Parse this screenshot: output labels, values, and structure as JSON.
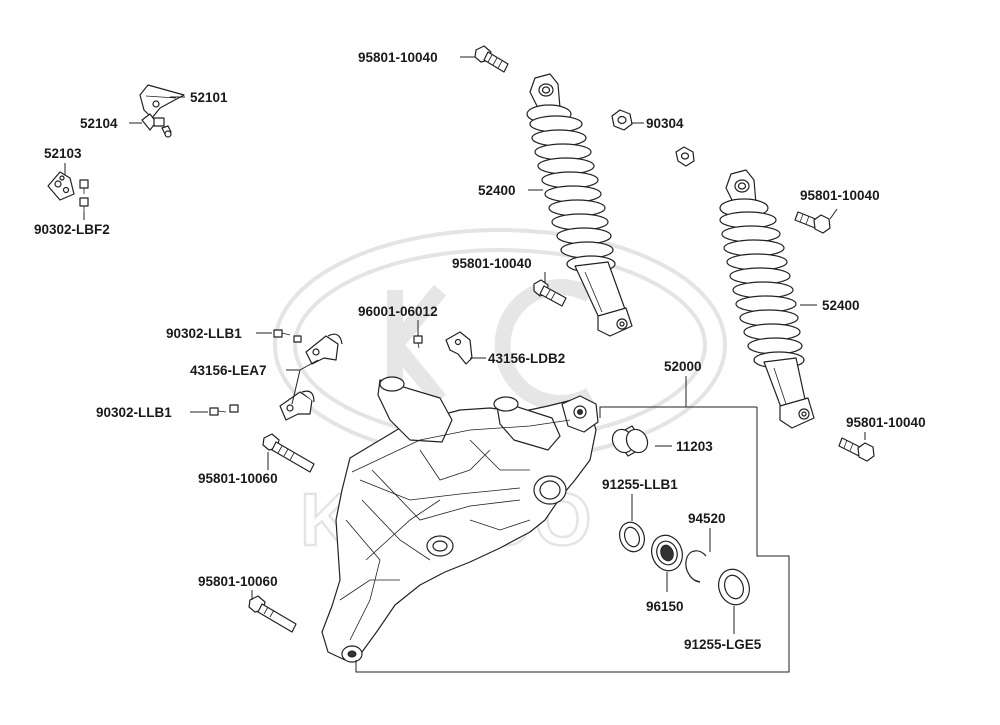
{
  "watermark": {
    "brand": "KYMCO"
  },
  "labels": {
    "p_95801_10040_a": "95801-10040",
    "p_52101": "52101",
    "p_52104": "52104",
    "p_52103": "52103",
    "p_90302_LBF2": "90302-LBF2",
    "p_90304": "90304",
    "p_52400_a": "52400",
    "p_95801_10040_b": "95801-10040",
    "p_95801_10040_c": "95801-10040",
    "p_52400_b": "52400",
    "p_96001_06012": "96001-06012",
    "p_90302_LLB1_a": "90302-LLB1",
    "p_43156_LEA7": "43156-LEA7",
    "p_43156_LDB2": "43156-LDB2",
    "p_52000": "52000",
    "p_90302_LLB1_b": "90302-LLB1",
    "p_95801_10040_d": "95801-10040",
    "p_11203": "11203",
    "p_95801_10060_a": "95801-10060",
    "p_91255_LLB1": "91255-LLB1",
    "p_94520": "94520",
    "p_96150": "96150",
    "p_95801_10060_b": "95801-10060",
    "p_91255_LGE5": "91255-LGE5"
  }
}
